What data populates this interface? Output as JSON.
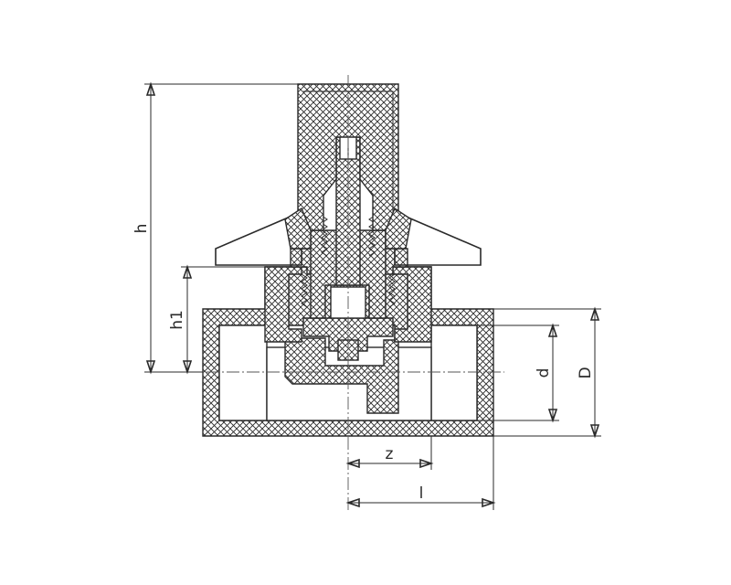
{
  "dimension_labels": {
    "h": "h",
    "h1": "h1",
    "d": "d",
    "D": "D",
    "z": "z",
    "l": "l"
  },
  "colors": {
    "line": "#2a2a2a",
    "background": "#ffffff"
  }
}
